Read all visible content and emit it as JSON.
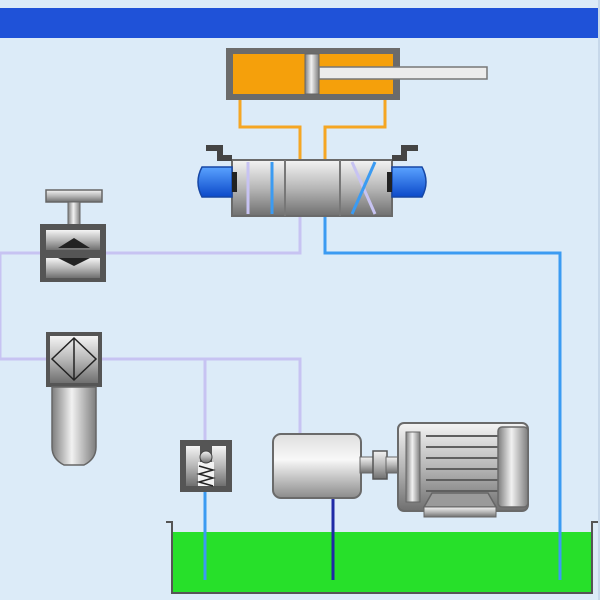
{
  "header": {
    "title": ""
  },
  "colors": {
    "background": "#dcebf8",
    "header_bar": "#1f52d8",
    "oil_tank_fluid": "#27e02a",
    "pressure_line": "#f5a623",
    "return_line_blue": "#3b9bf2",
    "suction_line_lavender": "#c7c3f2",
    "valve_actuator": "#1560e8",
    "cylinder_body": "#f5a00b",
    "metal_gray": "#9a9a9a"
  },
  "components": [
    {
      "id": "double-acting-cylinder",
      "icon": "hydraulic-cylinder-icon"
    },
    {
      "id": "four-way-solenoid-valve",
      "icon": "directional-valve-icon"
    },
    {
      "id": "pressure-gauge",
      "icon": "pressure-gauge-icon"
    },
    {
      "id": "filter",
      "icon": "filter-icon"
    },
    {
      "id": "relief-valve",
      "icon": "relief-valve-icon"
    },
    {
      "id": "hydraulic-pump",
      "icon": "pump-icon"
    },
    {
      "id": "electric-motor",
      "icon": "motor-icon"
    },
    {
      "id": "oil-tank",
      "icon": "reservoir-icon"
    }
  ]
}
